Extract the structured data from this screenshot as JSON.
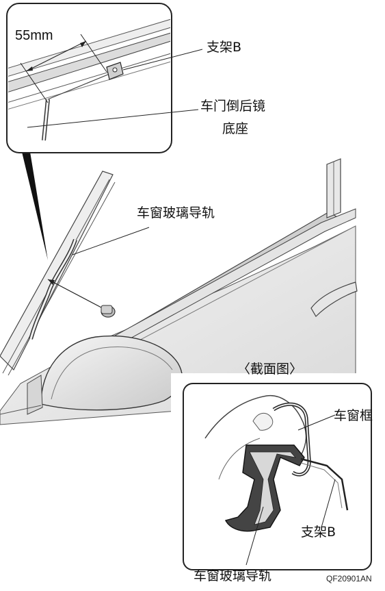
{
  "labels": {
    "dimension": "55mm",
    "bracket_b_top": "支架B",
    "mirror_base_line1": "车门倒后镜",
    "mirror_base_line2": "底座",
    "glass_guide_top": "车窗玻璃导轨",
    "section_view": "〈截面图〉",
    "window_frame": "车窗框",
    "bracket_b_bottom": "支架B",
    "glass_guide_bottom": "车窗玻璃导轨",
    "figure_code": "QF20901AN"
  }
}
